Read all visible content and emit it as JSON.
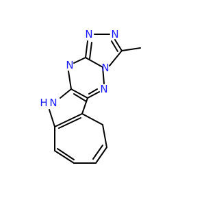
{
  "molecule": {
    "colors": {
      "bond": "#000000",
      "nitrogen": "#1a1aff",
      "background": "#ffffff"
    },
    "atoms": {
      "n_triazole_top_left": "N",
      "n_triazole_top_right": "N",
      "n_bridgehead": "N",
      "n_pyrazine_left": "N",
      "n_pyrazine_right": "N",
      "n_indole": "N",
      "h_indole": "H"
    }
  }
}
